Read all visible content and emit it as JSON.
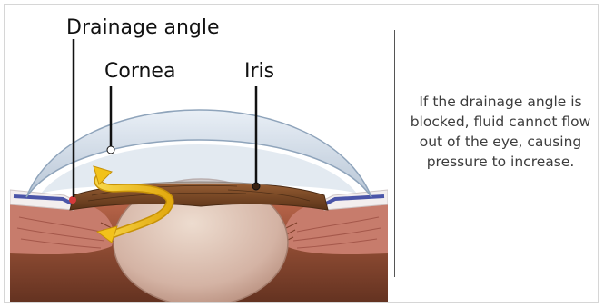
{
  "diagram": {
    "labels": {
      "drainage_angle": "Drainage angle",
      "cornea": "Cornea",
      "iris": "Iris"
    },
    "caption": "If the drainage angle is blocked, fluid cannot flow out of the eye, causing pressure to increase.",
    "colors": {
      "cornea": "#c9d6e4",
      "iris": "#7a4a26",
      "lens": "#d6b6a8",
      "flow_arrow": "#f2c21a",
      "drainage_marker": "#d63a3a"
    }
  }
}
